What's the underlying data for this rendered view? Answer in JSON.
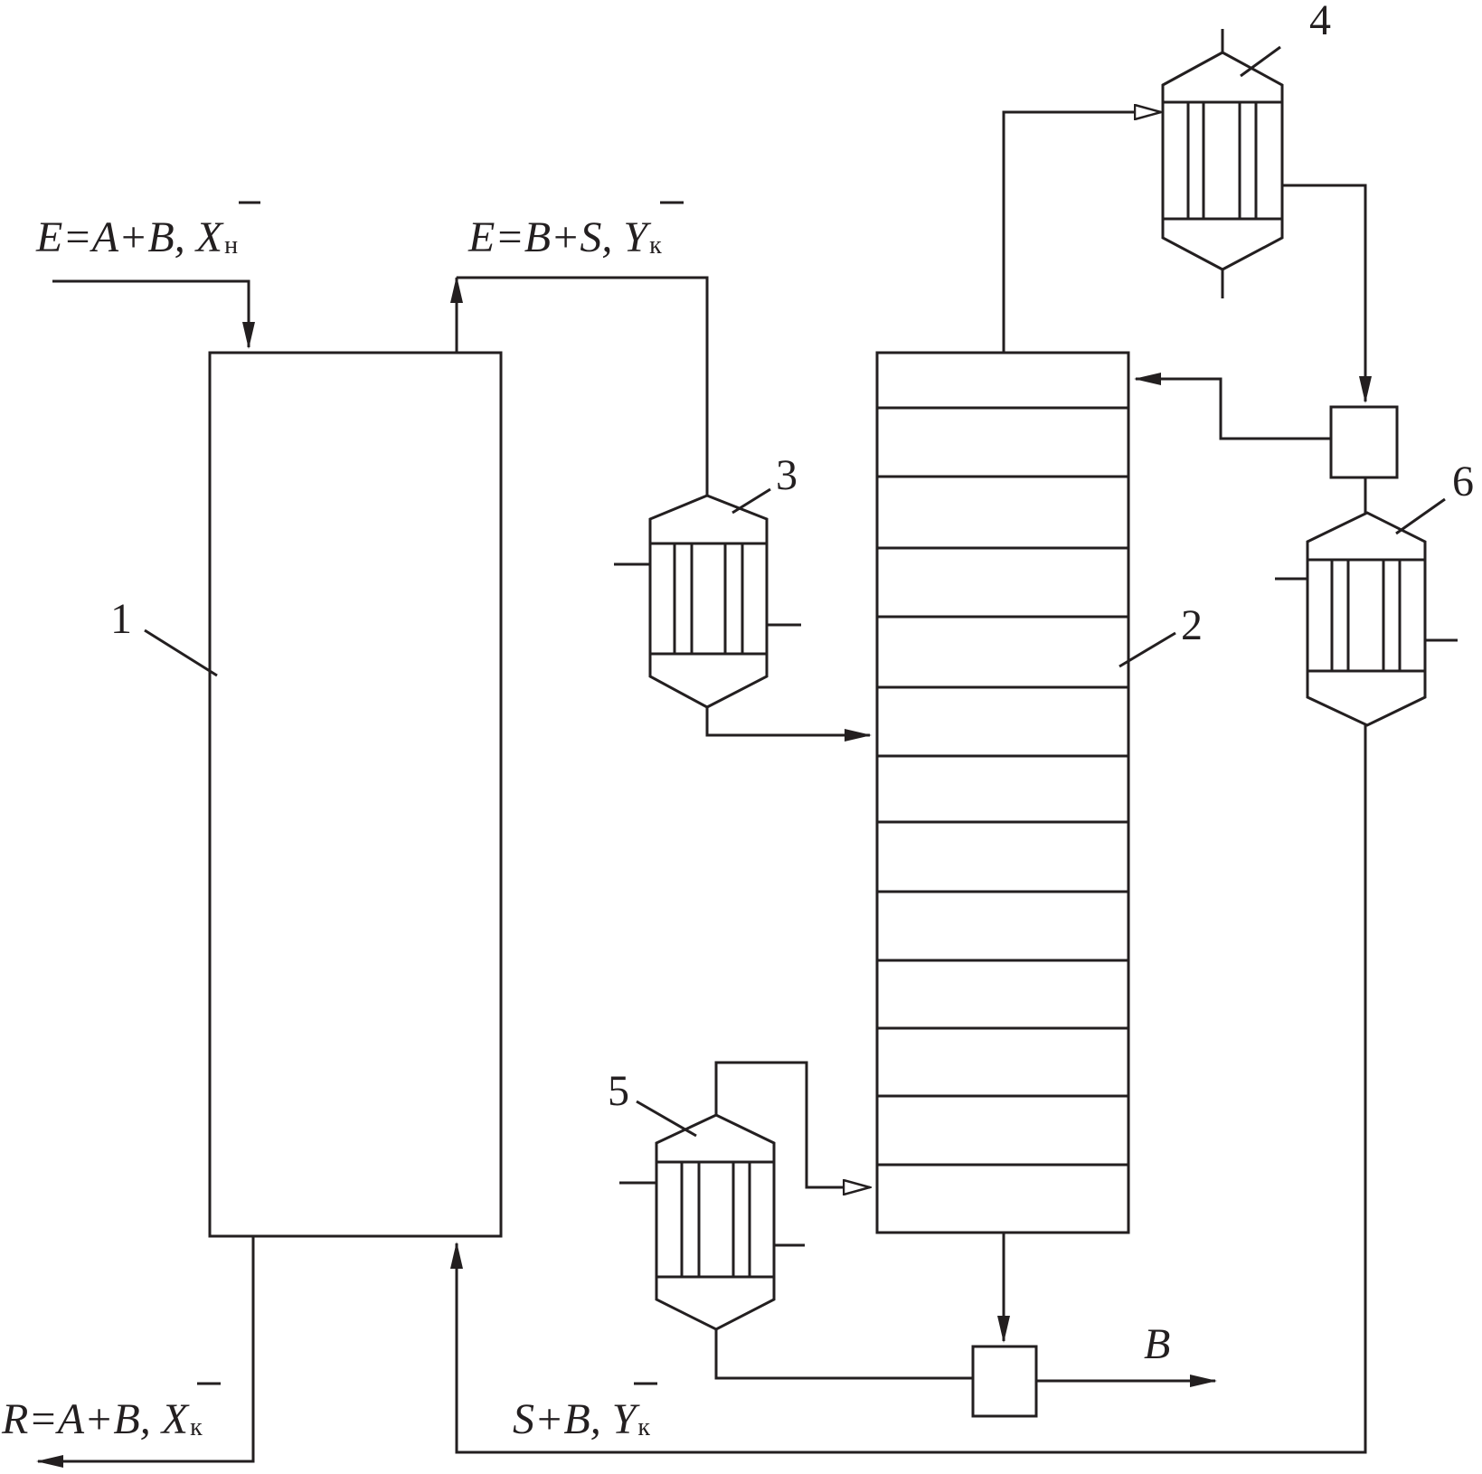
{
  "labels": {
    "feed": {
      "main": "E=A+B, ",
      "sym": "X",
      "sub": "н"
    },
    "extract": {
      "main": "E=B+S, ",
      "sym": "Y",
      "sub": "к"
    },
    "raffinate": {
      "main": "R=A+B, ",
      "sym": "X",
      "sub": "к"
    },
    "solvent_return": {
      "main": "S+B, ",
      "sym": "Y",
      "sub": "к"
    },
    "product_b": "B"
  },
  "equipment_numbers": {
    "extractor": "1",
    "column": "2",
    "heater_3": "3",
    "condenser_4": "4",
    "heater_5": "5",
    "cooler_6": "6"
  },
  "colors": {
    "line": "#231f20",
    "background": "#ffffff"
  }
}
